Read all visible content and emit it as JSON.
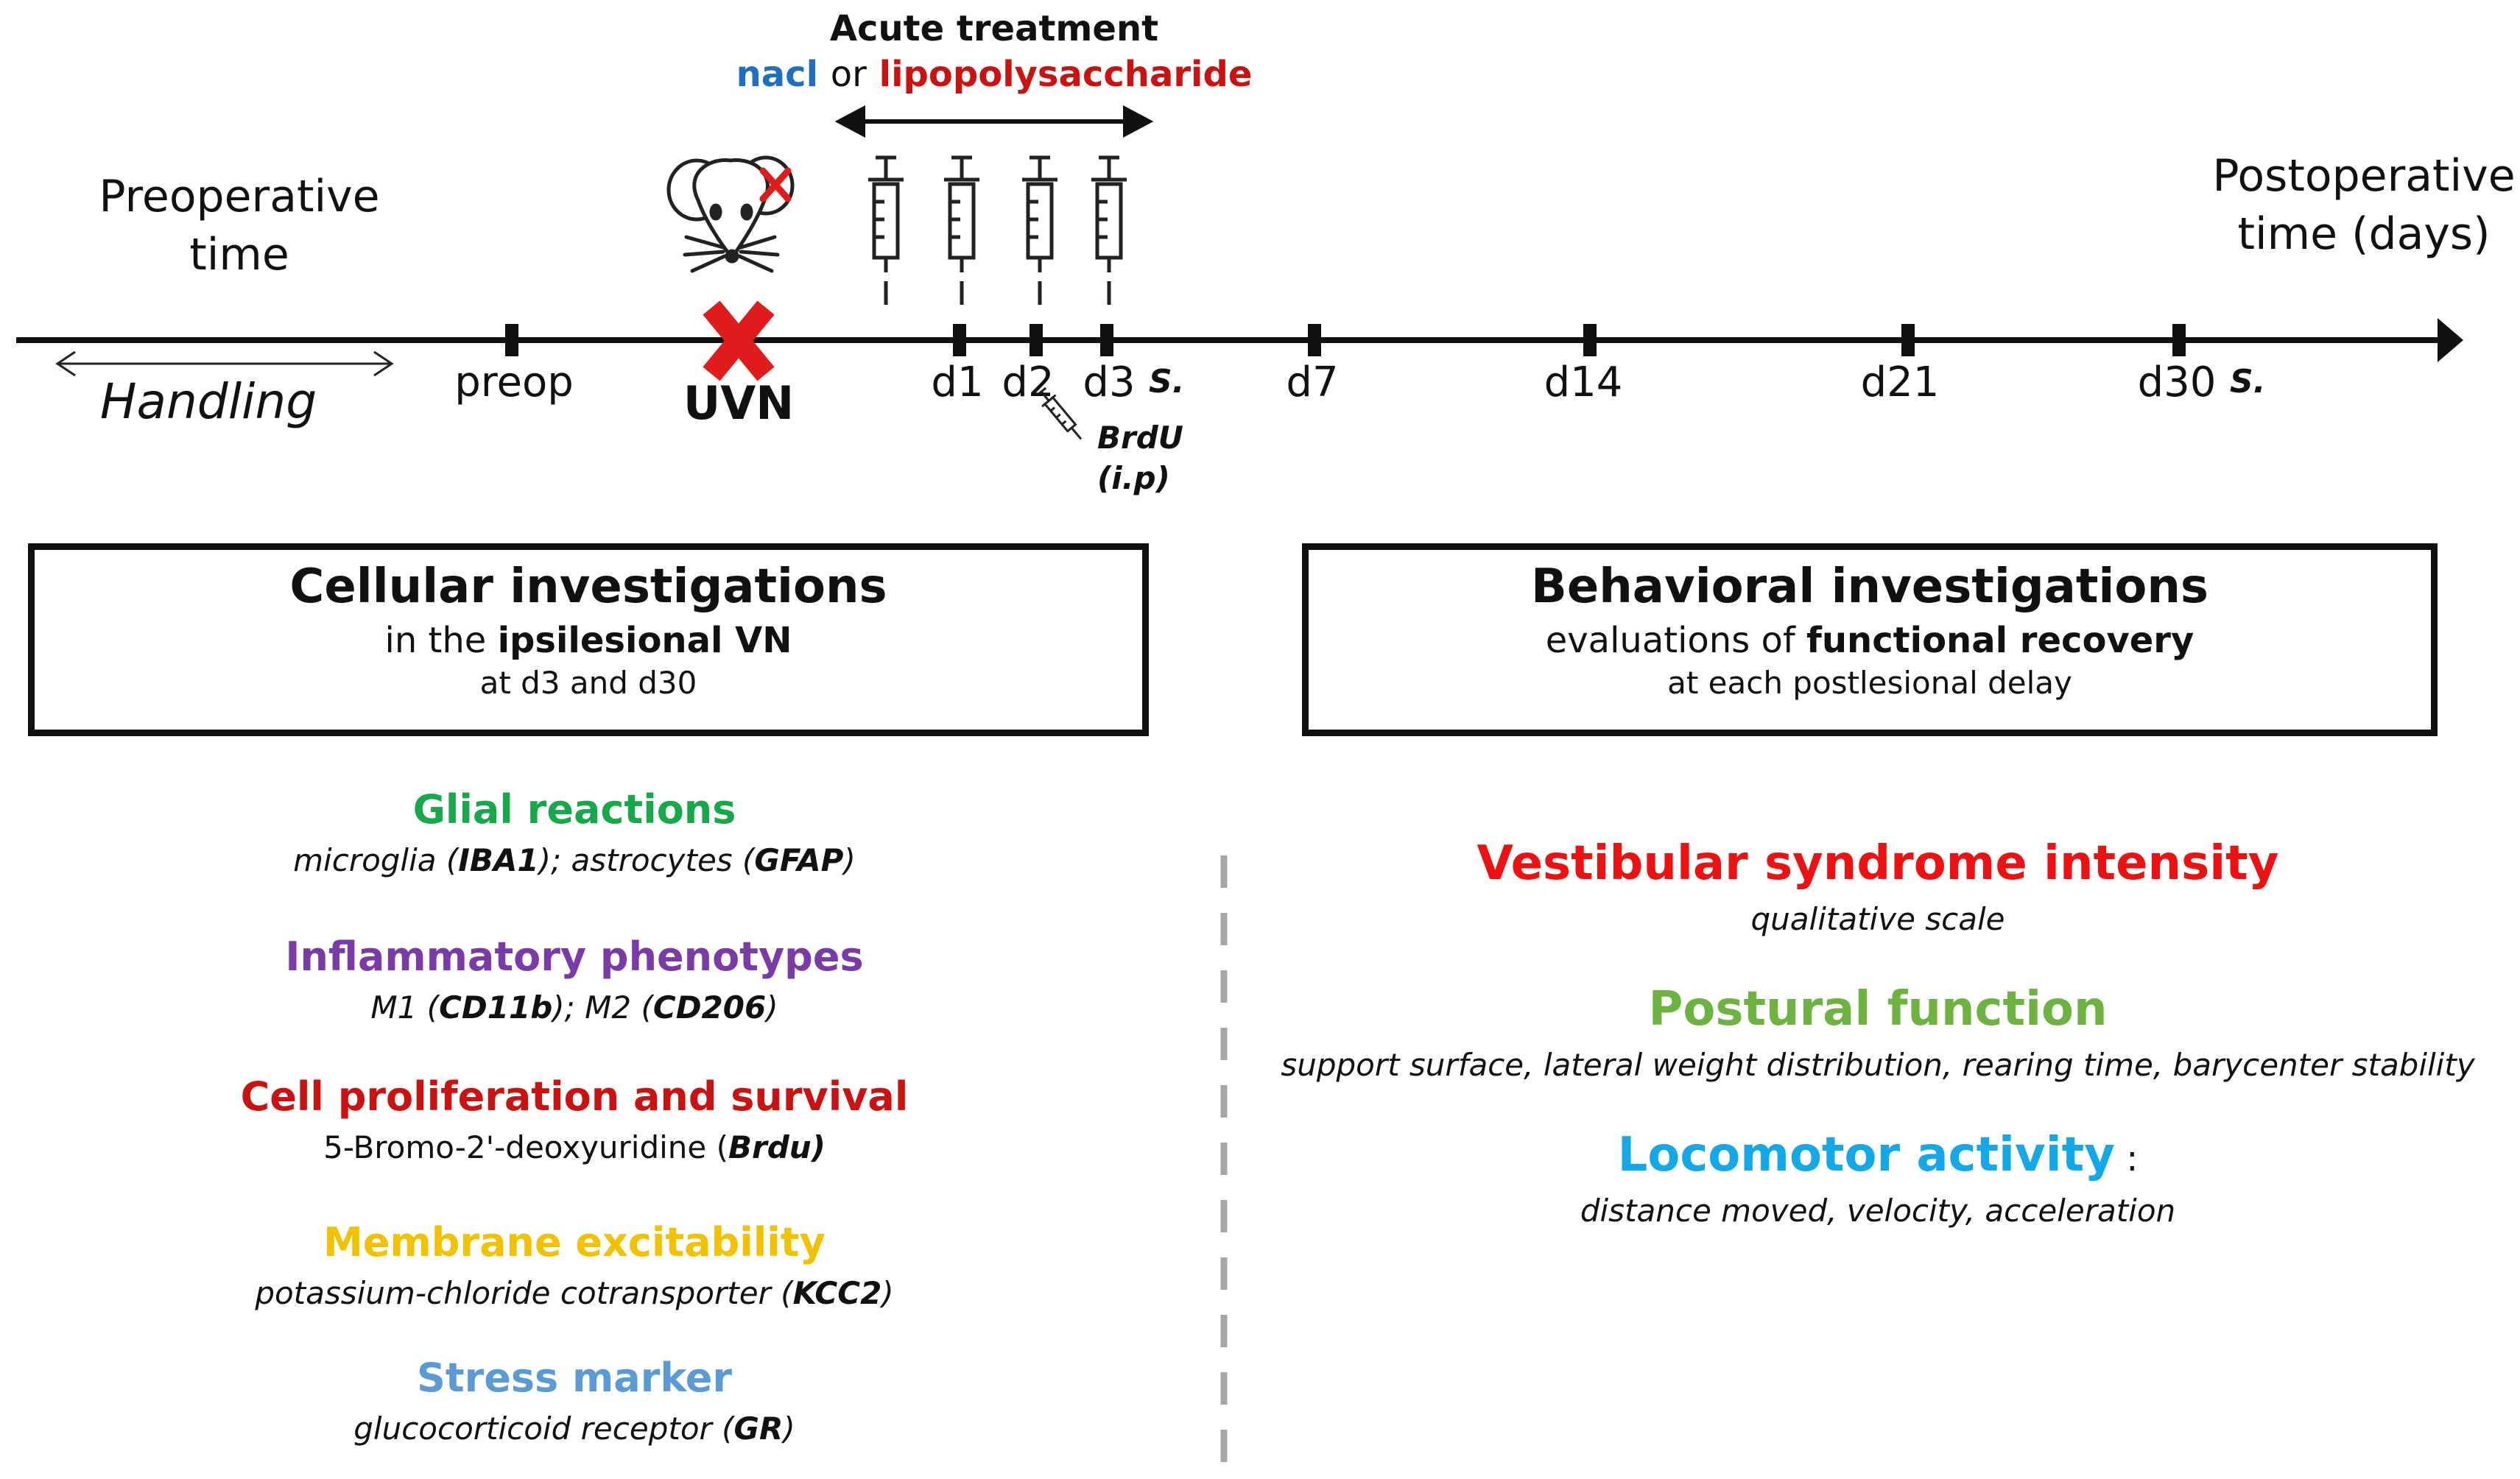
{
  "treatment": {
    "title": "Acute treatment",
    "nacl": "nacl",
    "or": "or",
    "lps": "lipopolysaccharide"
  },
  "timeline": {
    "preoperative": [
      "Preoperative",
      "time"
    ],
    "postoperative": [
      "Postoperative",
      "time (days)"
    ],
    "handling": "Handling",
    "preop": "preop",
    "uvn": "UVN",
    "days": [
      "d1",
      "d2",
      "d3",
      "d7",
      "d14",
      "d21",
      "d30"
    ],
    "sacrifice_mark": "S.",
    "brdu_line1": "BrdU",
    "brdu_line2": "(i.p)"
  },
  "icons": {
    "rat": "rat-head-icon",
    "uvn_cross": "red-cross-icon",
    "syringe": "syringe-icon",
    "arrow": "double-arrow-icon"
  },
  "colors": {
    "nacl": "#1f6fc0",
    "lps": "#cc1111",
    "cross": "#e01b1b",
    "glial": "#17a84a",
    "inflammatory": "#7a3aa8",
    "proliferation": "#cc1111",
    "membrane": "#f2c200",
    "stress": "#5b9bd5",
    "vestibular": "#ee1111",
    "postural": "#6db33f",
    "locomotor": "#13a8e8"
  },
  "cellular": {
    "title": "Cellular investigations",
    "sub_prefix": "in the",
    "sub_bold": "ipsilesional VN",
    "sub2": "at d3 and d30",
    "items": [
      {
        "title": "Glial reactions",
        "desc": [
          {
            "t": "microglia (",
            "b": false
          },
          {
            "t": "IBA1",
            "b": true
          },
          {
            "t": "); astrocytes (",
            "b": false
          },
          {
            "t": "GFAP",
            "b": true
          },
          {
            "t": ")",
            "b": false
          }
        ]
      },
      {
        "title": "Inflammatory phenotypes",
        "desc": [
          {
            "t": "M1 (",
            "b": false
          },
          {
            "t": "CD11b",
            "b": true
          },
          {
            "t": "); M2 (",
            "b": false
          },
          {
            "t": "CD206",
            "b": true
          },
          {
            "t": ")",
            "b": false
          }
        ]
      },
      {
        "title": "Cell proliferation and survival",
        "desc": [
          {
            "t": "5-Bromo-2'-deoxyuridine (",
            "b": false,
            "plain": true
          },
          {
            "t": "Brdu)",
            "b": true
          }
        ]
      },
      {
        "title": "Membrane excitability",
        "desc": [
          {
            "t": "potassium-chloride cotransporter (",
            "b": false
          },
          {
            "t": "KCC2",
            "b": true
          },
          {
            "t": ")",
            "b": false
          }
        ]
      },
      {
        "title": "Stress marker",
        "desc": [
          {
            "t": "glucocorticoid receptor (",
            "b": false
          },
          {
            "t": "GR",
            "b": true
          },
          {
            "t": ")",
            "b": false
          }
        ]
      }
    ]
  },
  "behavioral": {
    "title": "Behavioral investigations",
    "sub_prefix": "evaluations of",
    "sub_bold": "functional recovery",
    "sub2": "at each postlesional delay",
    "items": [
      {
        "title": "Vestibular syndrome intensity",
        "desc": "qualitative scale"
      },
      {
        "title": "Postural function",
        "desc": "support surface, lateral weight distribution, rearing time, barycenter stability"
      },
      {
        "title": "Locomotor activity",
        "suffix": " :",
        "desc": "distance moved, velocity, acceleration"
      }
    ]
  }
}
